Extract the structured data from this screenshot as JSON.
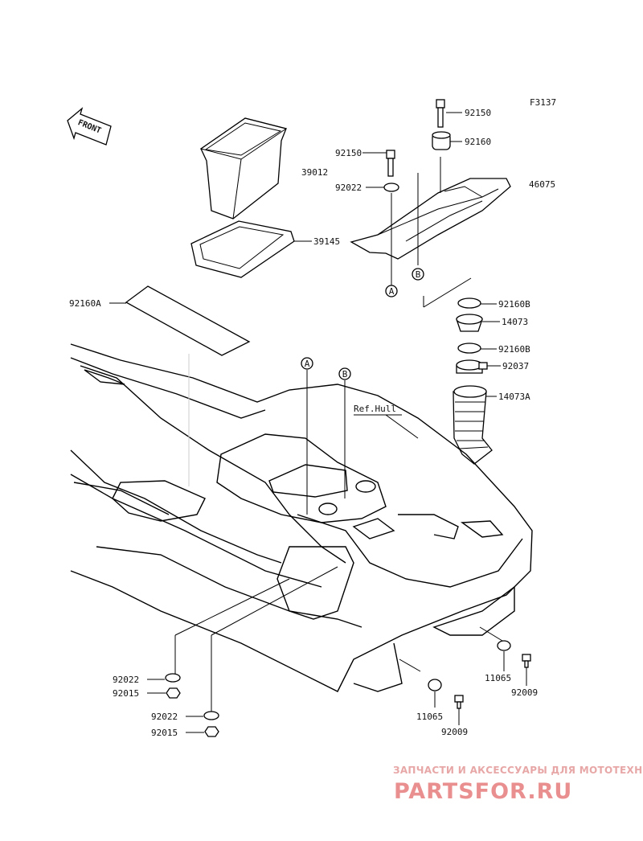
{
  "figure_code": "F3137",
  "front_arrow_label": "FRONT",
  "ref_label": "Ref.Hull",
  "callout_letters": {
    "a": "A",
    "b": "B"
  },
  "parts": {
    "p92150_top": "92150",
    "p92160": "92160",
    "p92150_left": "92150",
    "p39012": "39012",
    "p46075": "46075",
    "p92022_top": "92022",
    "p39145": "39145",
    "p92160A": "92160A",
    "p92160B_1": "92160B",
    "p14073": "14073",
    "p92160B_2": "92160B",
    "p92037": "92037",
    "p14073A": "14073A",
    "p92022_b1": "92022",
    "p92015_b1": "92015",
    "p92022_b2": "92022",
    "p92015_b2": "92015",
    "p11065_r": "11065",
    "p92009_r": "92009",
    "p11065_c": "11065",
    "p92009_c": "92009"
  },
  "watermark": {
    "tagline": "ЗАПЧАСТИ И АКСЕССУАРЫ ДЛЯ МОТОТЕХНИКИ",
    "brand": "PARTSFOR.RU"
  },
  "colors": {
    "line": "#000000",
    "watermark": "#ea8f8f"
  }
}
